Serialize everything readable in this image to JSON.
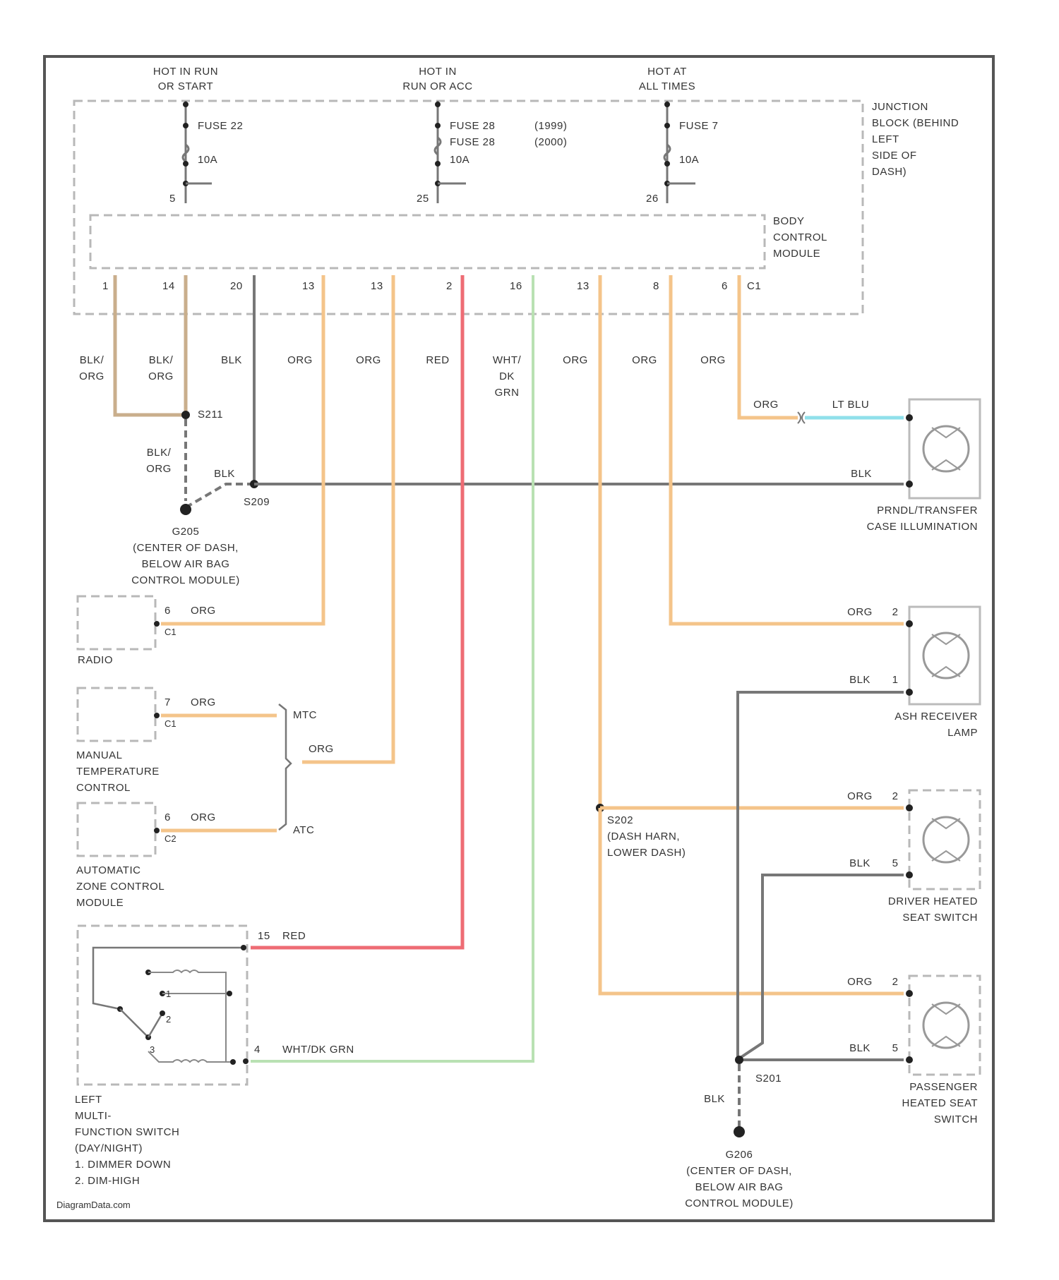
{
  "power": {
    "hot_run_start": [
      "HOT IN RUN",
      "OR START"
    ],
    "hot_run_acc": [
      "HOT IN",
      "RUN OR ACC"
    ],
    "hot_all": [
      "HOT AT",
      "ALL TIMES"
    ]
  },
  "fuses": {
    "f22_name": "FUSE 22",
    "f22_amp": "10A",
    "f22_pin": "5",
    "f28_names": [
      "FUSE 28",
      "FUSE 28"
    ],
    "f28_years": [
      "(1999)",
      "(2000)"
    ],
    "f28_amp": "10A",
    "f28_pin": "25",
    "f7_name": "FUSE 7",
    "f7_amp": "10A",
    "f7_pin": "26"
  },
  "junction_block": [
    "JUNCTION",
    "BLOCK (BEHIND",
    "LEFT",
    "SIDE OF",
    "DASH)"
  ],
  "bcm": {
    "label": [
      "BODY",
      "CONTROL",
      "MODULE"
    ],
    "pins": [
      "1",
      "14",
      "20",
      "13",
      "13",
      "2",
      "16",
      "13",
      "8",
      "6"
    ],
    "connector": "C1"
  },
  "wires": {
    "w1": [
      "BLK/",
      "ORG"
    ],
    "w2": [
      "BLK/",
      "ORG"
    ],
    "w3": "BLK",
    "w4": "ORG",
    "w5": "ORG",
    "w6": "RED",
    "w7": [
      "WHT/",
      "DK",
      "GRN"
    ],
    "w8": "ORG",
    "w9": "ORG",
    "w10": "ORG"
  },
  "splices": {
    "s211": "S211",
    "s209": "S209",
    "s202": [
      "S202",
      "(DASH HARN,",
      "LOWER DASH)"
    ],
    "s201": "S201"
  },
  "left_branch": {
    "blk_org": [
      "BLK/",
      "ORG"
    ],
    "blk": "BLK",
    "ground": [
      "G205",
      "(CENTER OF DASH,",
      "BELOW AIR BAG",
      "CONTROL MODULE)"
    ]
  },
  "panel_lamp": {
    "org": "ORG",
    "lt_blu": "LT BLU",
    "blk": "BLK",
    "label": [
      "PRNDL/TRANSFER",
      "CASE ILLUMINATION"
    ]
  },
  "radio": {
    "pin": "6",
    "conn": "C1",
    "wire": "ORG",
    "label": "RADIO"
  },
  "mtc": {
    "pin": "7",
    "conn": "C1",
    "wire": "ORG",
    "label": [
      "MANUAL",
      "TEMPERATURE",
      "CONTROL"
    ]
  },
  "atc": {
    "pin": "6",
    "conn": "C2",
    "wire": "ORG",
    "label": [
      "AUTOMATIC",
      "ZONE CONTROL",
      "MODULE"
    ]
  },
  "bracket": {
    "mtc": "MTC",
    "org": "ORG",
    "atc": "ATC"
  },
  "ash": {
    "org_wire": "ORG",
    "org_pin": "2",
    "blk_wire": "BLK",
    "blk_pin": "1",
    "label": [
      "ASH RECEIVER",
      "LAMP"
    ]
  },
  "driver_seat": {
    "org_wire": "ORG",
    "org_pin": "2",
    "blk_wire": "BLK",
    "blk_pin": "5",
    "label": [
      "DRIVER HEATED",
      "SEAT SWITCH"
    ]
  },
  "pass_seat": {
    "org_wire": "ORG",
    "org_pin": "2",
    "blk_wire": "BLK",
    "blk_pin": "5",
    "label": [
      "PASSENGER",
      "HEATED SEAT",
      "SWITCH"
    ]
  },
  "ground_right": {
    "blk": "BLK",
    "label": [
      "G206",
      "(CENTER OF DASH,",
      "BELOW AIR BAG",
      "CONTROL MODULE)"
    ]
  },
  "multifunction": {
    "red_pin": "15",
    "red_wire": "RED",
    "grn_pin": "4",
    "grn_wire": "WHT/DK GRN",
    "pos": [
      "1",
      "2",
      "3"
    ],
    "label": [
      "LEFT",
      "MULTI-",
      "FUNCTION SWITCH",
      "(DAY/NIGHT)",
      "1. DIMMER DOWN",
      "2. DIM-HIGH"
    ]
  },
  "watermark": "DiagramData.com"
}
